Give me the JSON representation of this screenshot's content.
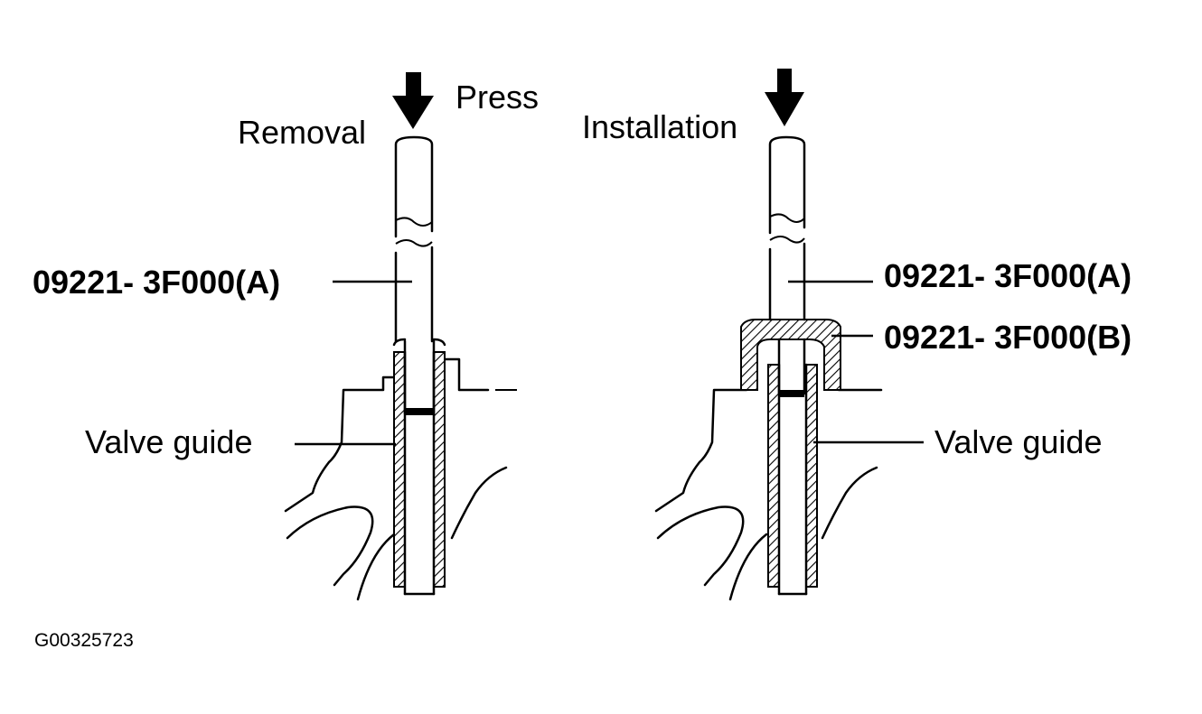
{
  "labels": {
    "press": "Press",
    "removal": "Removal",
    "installation": "Installation",
    "tool_a_left": "09221- 3F000(A)",
    "tool_a_right": "09221- 3F000(A)",
    "tool_b_right": "09221- 3F000(B)",
    "valve_guide_left": "Valve guide",
    "valve_guide_right": "Valve guide",
    "figure_id": "G00325723"
  }
}
